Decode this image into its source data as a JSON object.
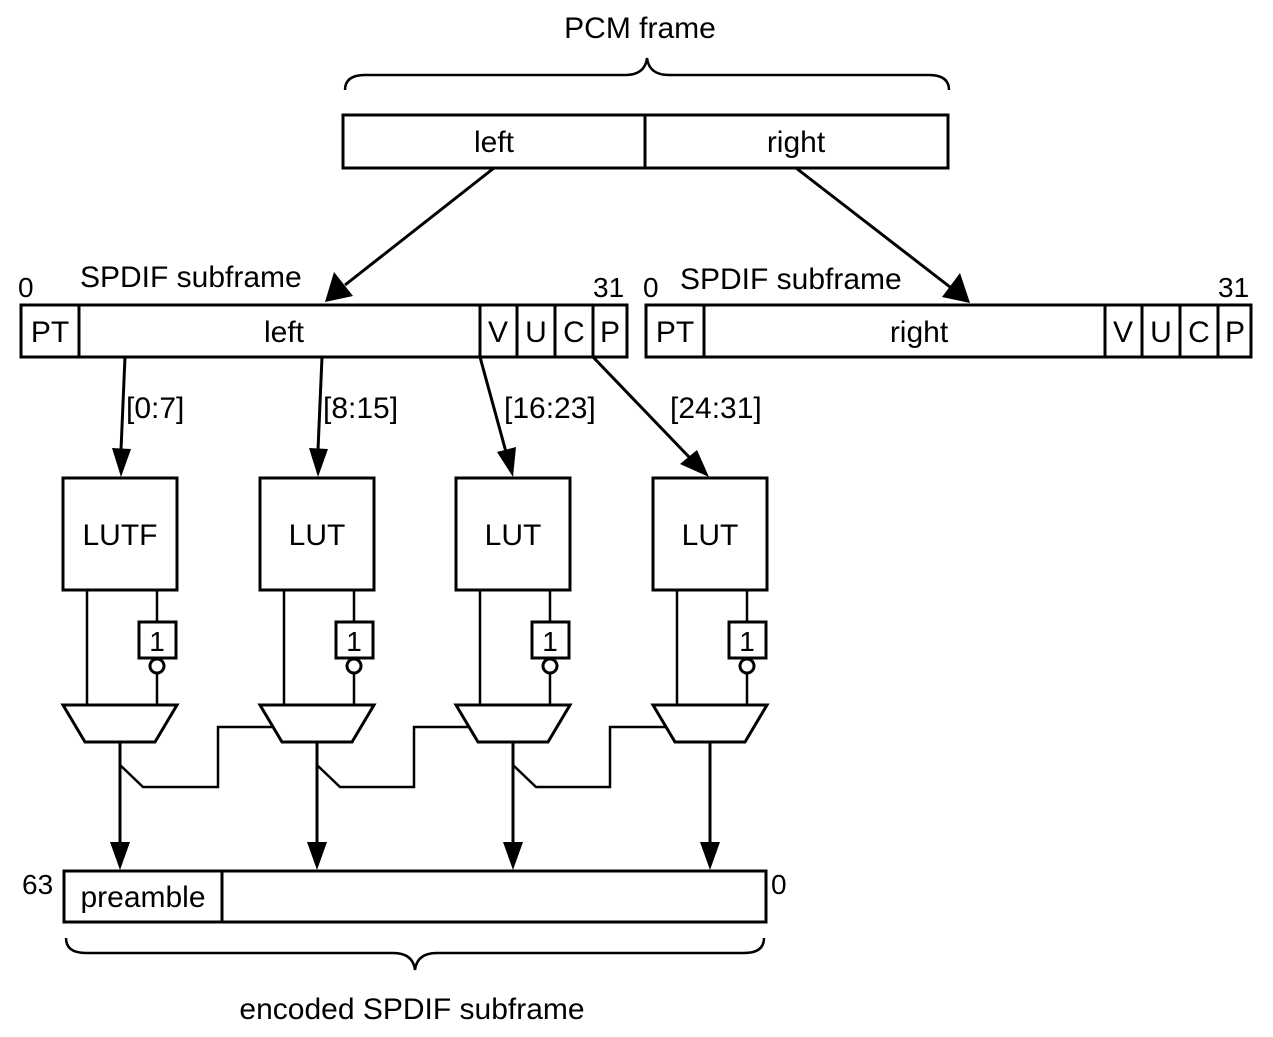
{
  "pcm_frame": {
    "label": "PCM frame",
    "left": "left",
    "right": "right"
  },
  "subframe_left": {
    "title": "SPDIF subframe",
    "bit_start": "0",
    "bit_end": "31",
    "fields": {
      "pt": "PT",
      "data": "left",
      "v": "V",
      "u": "U",
      "c": "C",
      "p": "P"
    }
  },
  "subframe_right": {
    "title": "SPDIF subframe",
    "bit_start": "0",
    "bit_end": "31",
    "fields": {
      "pt": "PT",
      "data": "right",
      "v": "V",
      "u": "U",
      "c": "C",
      "p": "P"
    }
  },
  "bit_ranges": [
    "[0:7]",
    "[8:15]",
    "[16:23]",
    "[24:31]"
  ],
  "luts": [
    "LUTF",
    "LUT",
    "LUT",
    "LUT"
  ],
  "inverter_label": "1",
  "encoded": {
    "bit_start": "63",
    "bit_end": "0",
    "preamble": "preamble",
    "label": "encoded SPDIF subframe"
  }
}
